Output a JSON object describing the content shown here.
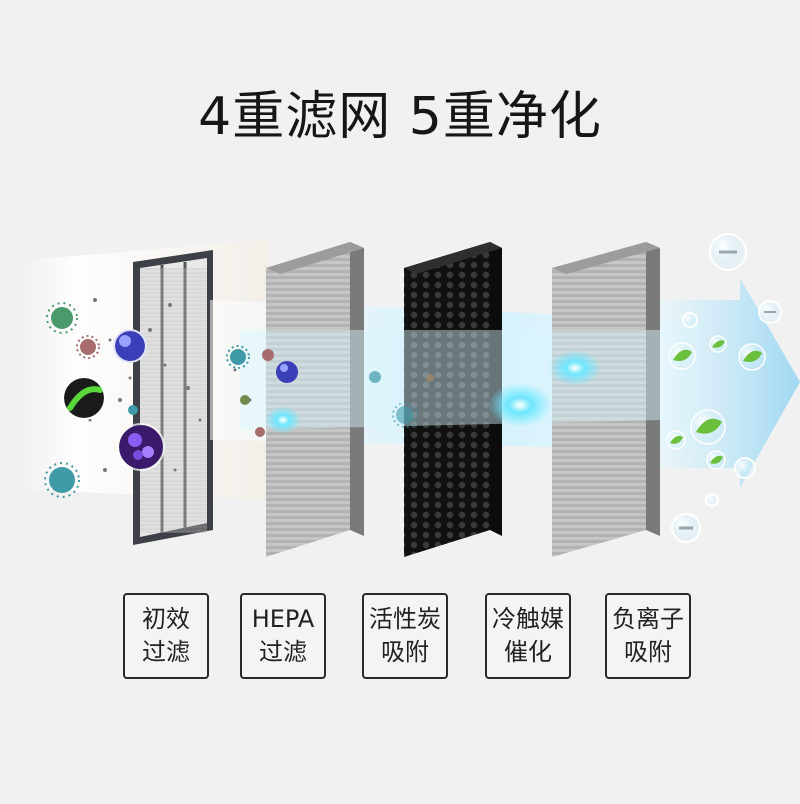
{
  "headline": "4重滤网  5重净化",
  "layers": [
    {
      "line1": "初效",
      "line2": "过滤",
      "icon": "primary-filter-icon"
    },
    {
      "line1": "HEPA",
      "line2": "过滤",
      "icon": "hepa-filter-icon"
    },
    {
      "line1": "活性炭",
      "line2": "吸附",
      "icon": "activated-carbon-icon"
    },
    {
      "line1": "冷触媒",
      "line2": "催化",
      "icon": "cold-catalyst-icon"
    },
    {
      "line1": "负离子",
      "line2": "吸附",
      "icon": "negative-ion-icon"
    }
  ],
  "colors": {
    "background": "#f1f1f1",
    "filter_gray": "#bdbdbd",
    "carbon_black": "#202020",
    "air_stream_blue": "#8fd6f2",
    "arrow_blue": "#bfe6f7",
    "virus_teal": "#3f9aa8",
    "bacteria_purple": "#6a3fd6"
  }
}
